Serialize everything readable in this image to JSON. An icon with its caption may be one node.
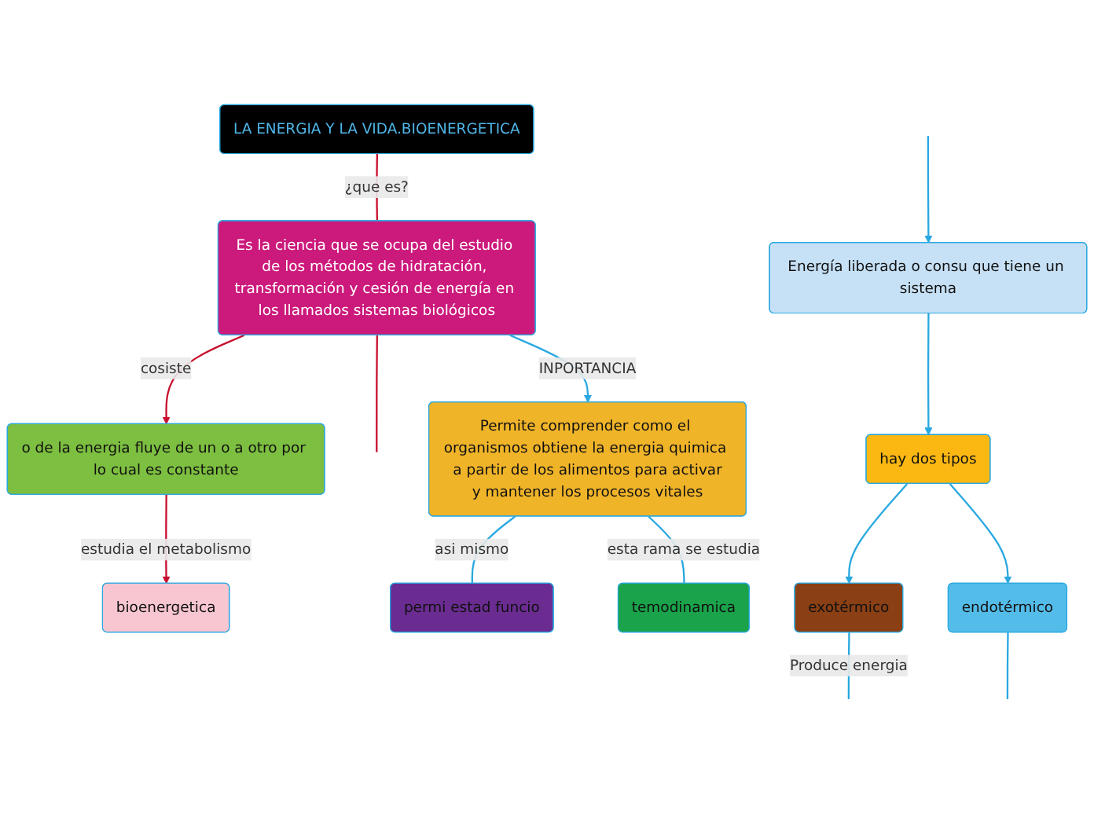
{
  "diagram": {
    "nodes": [
      {
        "text": [
          "LA ENERGIA Y LA VIDA.BIOENERGETICA"
        ]
      },
      {
        "text": [
          "Es la ciencia que se ocupa del estudio de los métodos de hidratación, transformación y cesión de energía en los llamados sistemas biológicos"
        ]
      },
      {
        "text": [
          "o de la energia fluye de un o a otro por lo cual es constante"
        ]
      },
      {
        "text": [
          "bioenergetica"
        ]
      },
      {
        "text": [
          "Permite comprender como el organismos obtiene la energia quimica  a partir de los alimentos para activar y mantener los procesos vitales"
        ]
      },
      {
        "text": [
          "temodinamica"
        ]
      },
      {
        "text": [
          "permi estad funcio"
        ]
      },
      {
        "text": [
          "Energía liberada o consu que tiene un sistema"
        ]
      },
      {
        "text": [
          "hay dos tipos"
        ]
      },
      {
        "text": [
          "exotérmico"
        ]
      },
      {
        "text": [
          "endotérmico"
        ]
      }
    ],
    "edges": [
      {
        "from": 0,
        "to": 1,
        "arrow": "none",
        "label": "¿que es?",
        "color": "#c8102e"
      },
      {
        "from": 1,
        "to": 2,
        "arrow": "to",
        "label": "cosiste",
        "color": "#c8102e"
      },
      {
        "from": 2,
        "to": 3,
        "arrow": "to",
        "label": "estudia el metabolismo",
        "color": "#c8102e"
      },
      {
        "from": 1,
        "to": null,
        "arrow": "none",
        "color": "#c8102e"
      },
      {
        "from": 1,
        "to": 4,
        "arrow": "to",
        "label": "INPORTANCIA"
      },
      {
        "from": 4,
        "to": 6,
        "arrow": "none",
        "label": "asi mismo"
      },
      {
        "from": 4,
        "to": 5,
        "arrow": "none",
        "label": "esta rama se estudia"
      },
      {
        "from": null,
        "to": 7,
        "arrow": "to"
      },
      {
        "from": 7,
        "to": 8,
        "arrow": "to"
      },
      {
        "from": 8,
        "to": 9,
        "arrow": "to"
      },
      {
        "from": 8,
        "to": 10,
        "arrow": "to"
      },
      {
        "from": 9,
        "to": null,
        "arrow": "none",
        "label": "Produce energia"
      },
      {
        "from": 10,
        "to": null,
        "arrow": "none"
      }
    ]
  }
}
